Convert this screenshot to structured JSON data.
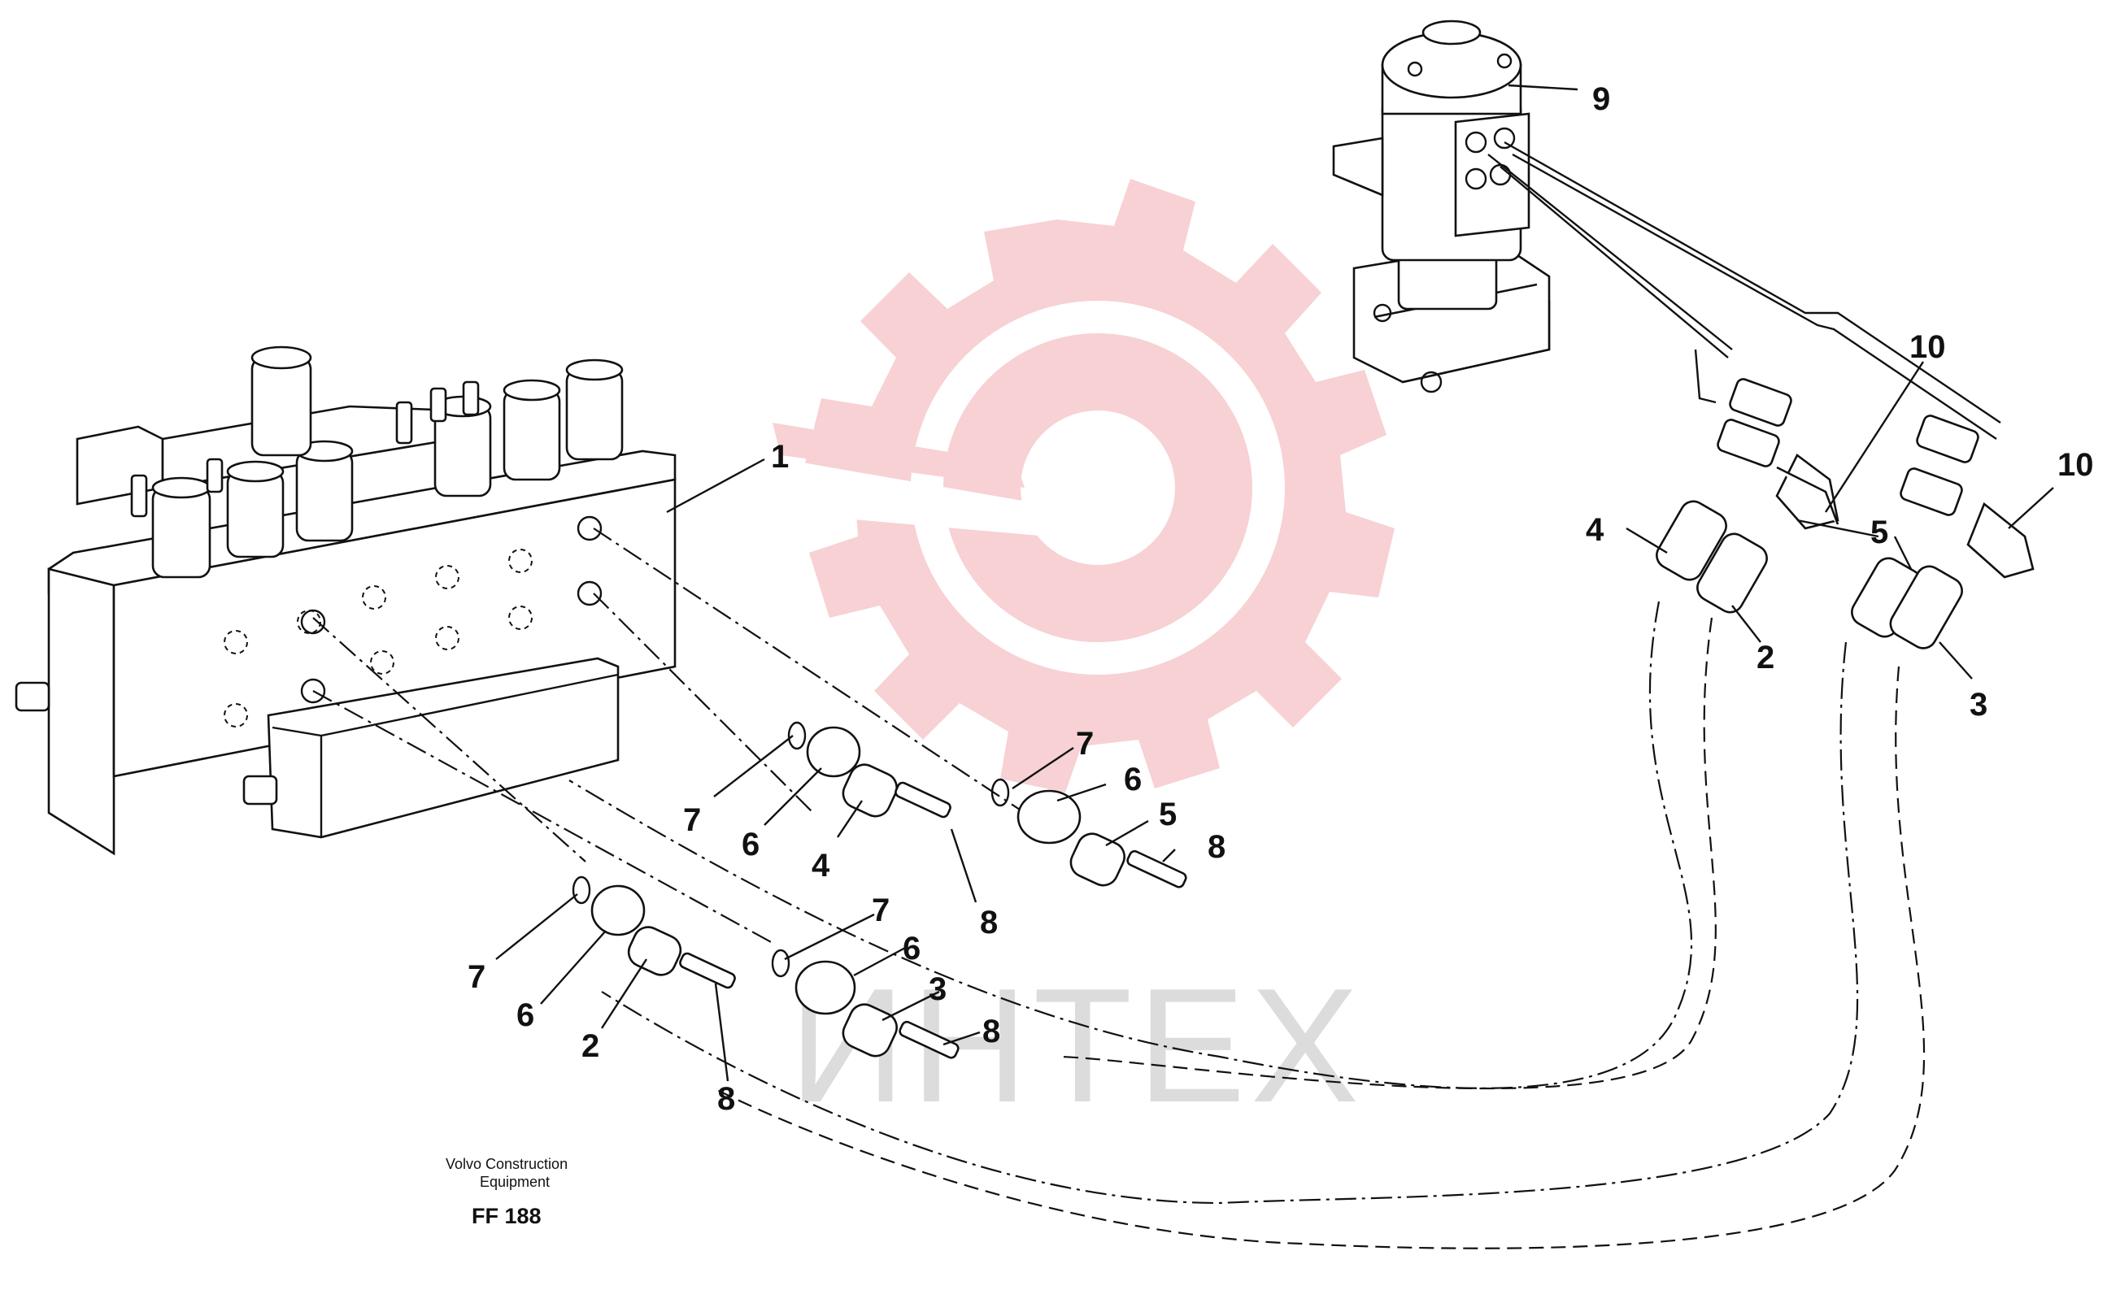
{
  "diagram": {
    "caption_line1": "Volvo Construction",
    "caption_line2": "Equipment",
    "code": "FF 188",
    "watermark_text": "ИНТЕХ",
    "colors": {
      "line": "#111111",
      "watermark_gear": "#f6c9cc",
      "watermark_text": "#dcdcdc",
      "background": "#ffffff"
    },
    "callouts": {
      "c1": "1",
      "c9": "9",
      "c10a": "10",
      "c10b": "10",
      "c4_right": "4",
      "c2_right": "2",
      "c5_right": "5",
      "c3_right": "3",
      "c7_a": "7",
      "c6_a": "6",
      "c4_a": "4",
      "c8_a": "8",
      "c7_b": "7",
      "c6_b": "6",
      "c5_b": "5",
      "c8_b": "8",
      "c7_c": "7",
      "c6_c": "6",
      "c2_c": "2",
      "c8_c": "8",
      "c7_d": "7",
      "c6_d": "6",
      "c3_d": "3",
      "c8_d": "8"
    },
    "icons": [
      "gear-watermark-icon",
      "valve-block-icon",
      "swivel-joint-icon"
    ]
  }
}
